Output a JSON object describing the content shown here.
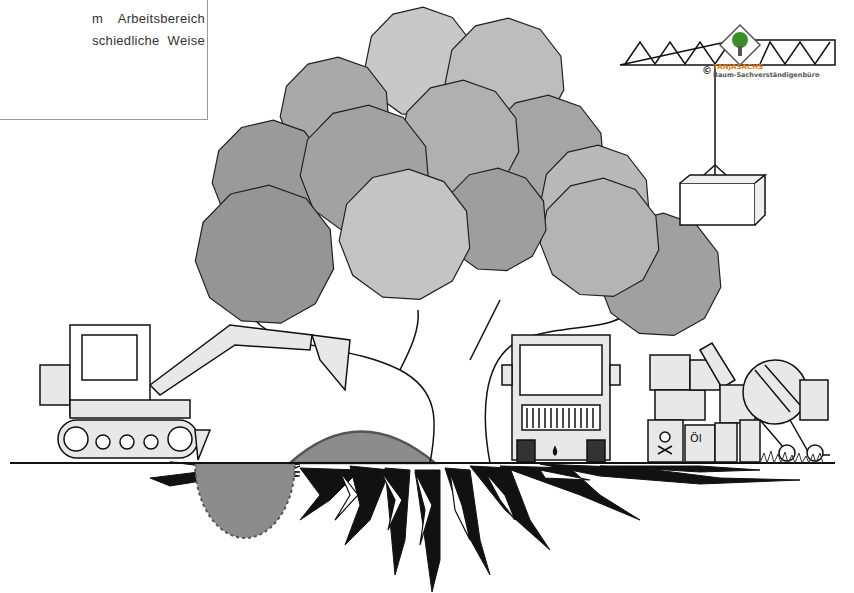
{
  "diagram": {
    "nodes": [
      {
        "text": [
          "m Arbeitsbereich schiedliche Weise"
        ]
      }
    ],
    "labels": [
      "©",
      "TANJASACHS",
      "Baum-Sachverständigenbüro",
      "Öl"
    ]
  }
}
